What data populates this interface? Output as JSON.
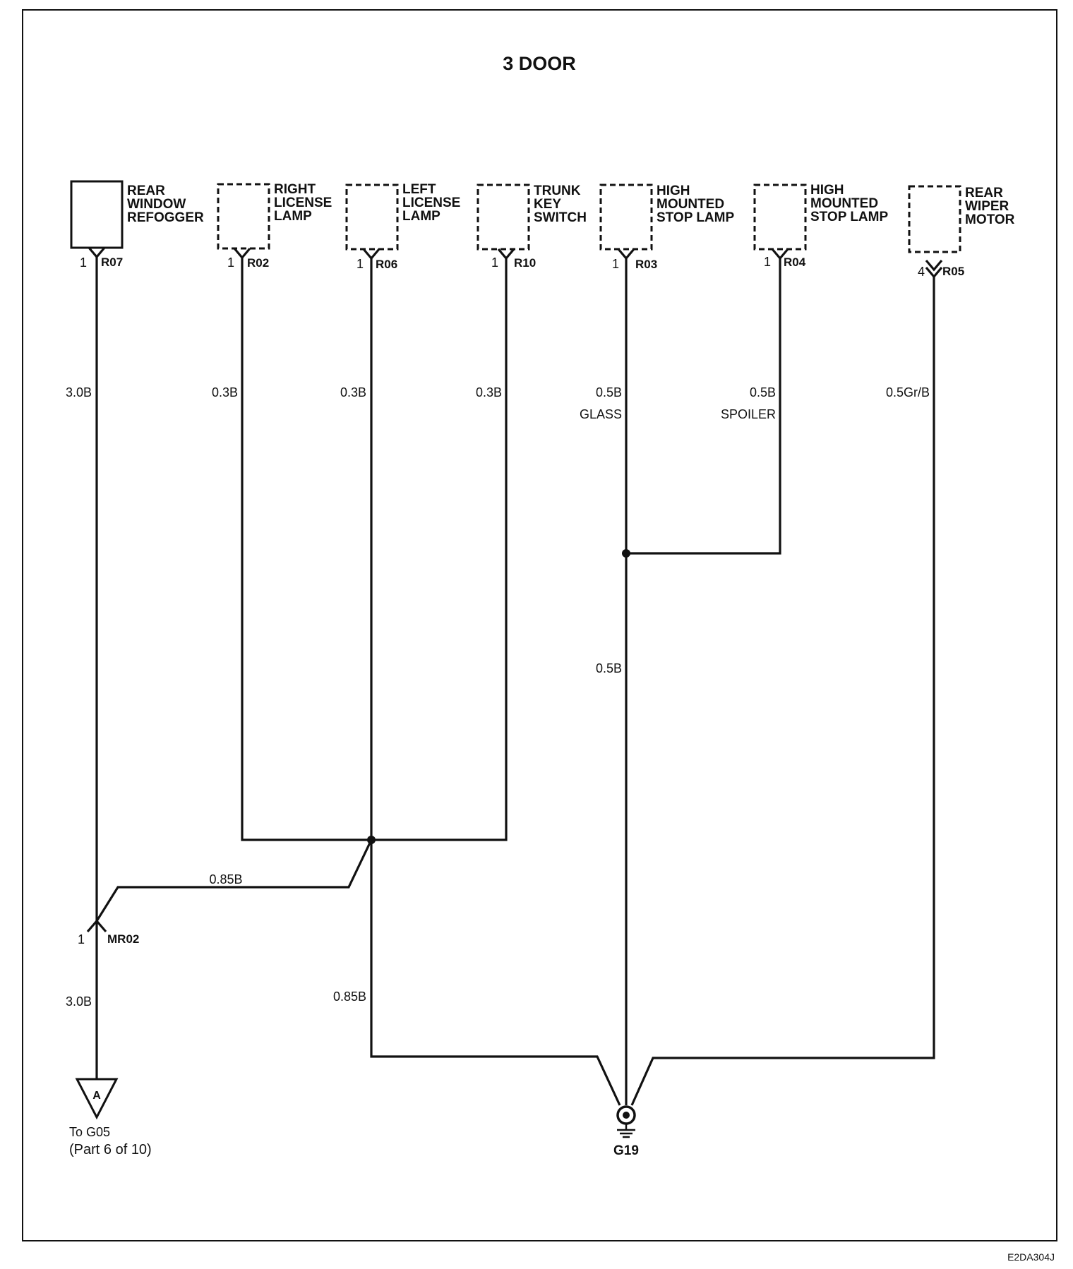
{
  "title": "3 DOOR",
  "diagram_code": "E2DA304J",
  "components": [
    {
      "id": "rear-window-refogger",
      "name_lines": [
        "REAR",
        "WINDOW",
        "REFOGGER"
      ],
      "connector": "R07",
      "pin": "1",
      "wire": "3.0B",
      "style": "solid"
    },
    {
      "id": "right-license-lamp",
      "name_lines": [
        "RIGHT",
        "LICENSE",
        "LAMP"
      ],
      "connector": "R02",
      "pin": "1",
      "wire": "0.3B",
      "style": "dashed"
    },
    {
      "id": "left-license-lamp",
      "name_lines": [
        "LEFT",
        "LICENSE",
        "LAMP"
      ],
      "connector": "R06",
      "pin": "1",
      "wire": "0.3B",
      "style": "dashed"
    },
    {
      "id": "trunk-key-switch",
      "name_lines": [
        "TRUNK",
        "KEY",
        "SWITCH"
      ],
      "connector": "R10",
      "pin": "1",
      "wire": "0.3B",
      "style": "dashed"
    },
    {
      "id": "high-mounted-stop-lamp-glass",
      "name_lines": [
        "HIGH",
        "MOUNTED",
        "STOP LAMP"
      ],
      "connector": "R03",
      "pin": "1",
      "wire": "0.5B",
      "variant": "GLASS",
      "style": "dashed"
    },
    {
      "id": "high-mounted-stop-lamp-spoiler",
      "name_lines": [
        "HIGH",
        "MOUNTED",
        "STOP LAMP"
      ],
      "connector": "R04",
      "pin": "1",
      "wire": "0.5B",
      "variant": "SPOILER",
      "style": "dashed"
    },
    {
      "id": "rear-wiper-motor",
      "name_lines": [
        "REAR",
        "WIPER",
        "MOTOR"
      ],
      "connector": "R05",
      "pin": "4",
      "wire": "0.5Gr/B",
      "style": "dashed"
    }
  ],
  "wires": {
    "splice_to_mr02": "0.85B",
    "stop_lamp_to_ground": "0.5B",
    "splice_to_ground": "0.85B",
    "mr02_to_ground": "3.0B"
  },
  "inline_connector": {
    "name": "MR02",
    "pin": "1"
  },
  "ground": {
    "name": "G19"
  },
  "offpage": {
    "letter": "A",
    "line1": "To G05",
    "line2": "(Part 6 of 10)"
  }
}
